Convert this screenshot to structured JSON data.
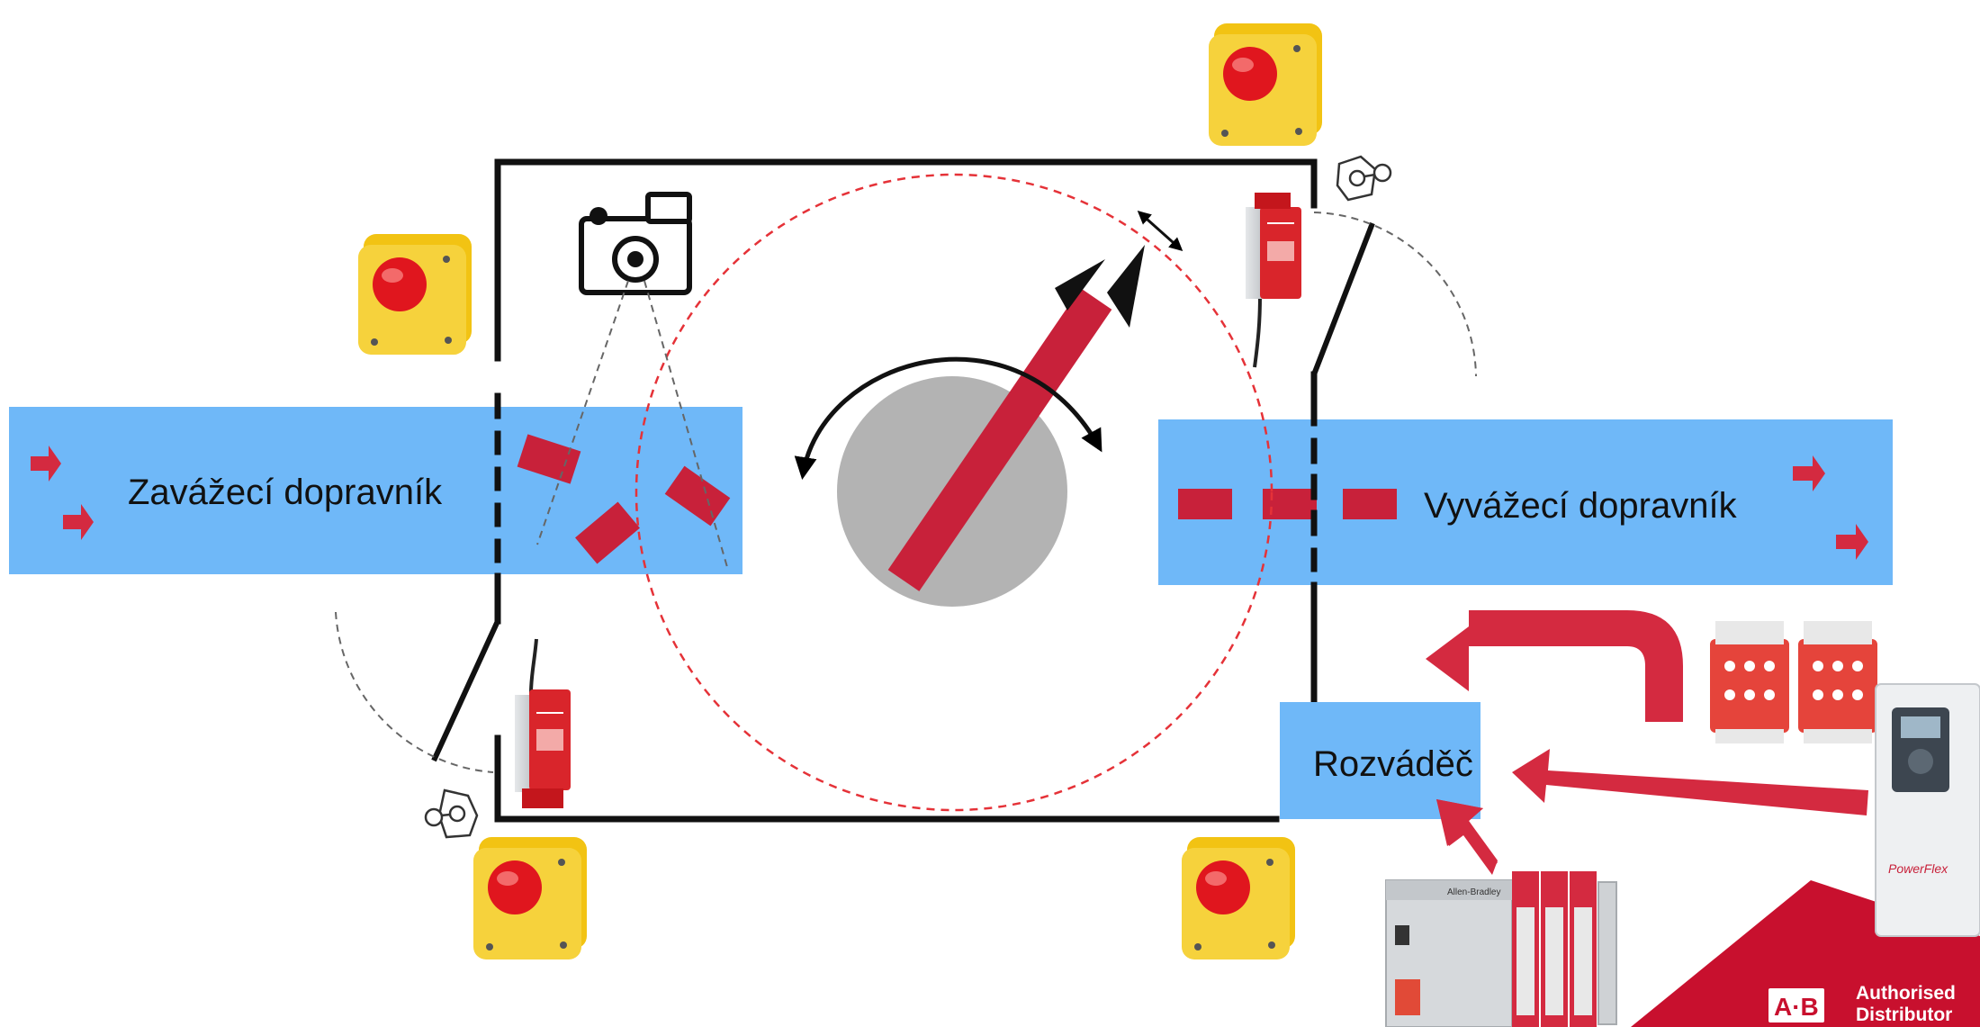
{
  "labels": {
    "infeed_conveyor": "Zavážecí dopravník",
    "outfeed_conveyor": "Vyvážecí dopravník",
    "control_cabinet": "Rozváděč"
  },
  "device_text": {
    "plc_brand": "Allen-Bradley",
    "drive_brand": "PowerFlex"
  },
  "badge": {
    "logo": "A·B",
    "line1": "Authorised",
    "line2": "Distributor"
  },
  "colors": {
    "conveyor": "#6fb8f8",
    "part": "#c8213a",
    "flow_arrow": "#d42a40",
    "estop_housing": "#f2c313",
    "estop_button": "#e0161e",
    "robot_base": "#b3b3b3",
    "safety_zone": "#e53238",
    "fence": "#111111",
    "badge_bg": "#c8102e"
  },
  "icons": [
    "camera-icon",
    "robot-arm-icon",
    "rotation-arrow-icon",
    "estop-icon",
    "key-switch-icon",
    "door-interlock-icon",
    "safety-relay-icon",
    "plc-icon",
    "vfd-drive-icon"
  ]
}
